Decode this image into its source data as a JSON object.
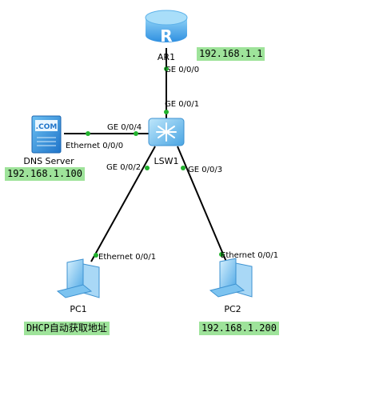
{
  "devices": {
    "router": {
      "name": "AR1",
      "icon": "router-icon"
    },
    "switch": {
      "name": "LSW1",
      "icon": "switch-icon"
    },
    "dns_server": {
      "name": "DNS Server",
      "icon": "server-icon",
      "icon_text": ".COM"
    },
    "pc1": {
      "name": "PC1",
      "icon": "pc-icon"
    },
    "pc2": {
      "name": "PC2",
      "icon": "pc-icon"
    }
  },
  "ports": {
    "ar1_ge000": "GE 0/0/0",
    "lsw1_ge001": "GE 0/0/1",
    "lsw1_ge004": "GE 0/0/4",
    "dns_eth000": "Ethernet 0/0/0",
    "lsw1_ge002": "GE 0/0/2",
    "lsw1_ge003": "GE 0/0/3",
    "pc1_eth001": "Ethernet 0/0/1",
    "pc2_eth001": "Ethernet 0/0/1"
  },
  "annotations": {
    "ar1_ip": "192.168.1.1",
    "dns_ip": "192.168.1.100",
    "pc1_note": "DHCP自动获取地址",
    "pc2_ip": "192.168.1.200"
  },
  "colors": {
    "label_bg": "#9ee39a",
    "link_dot": "#22b22e",
    "link_line": "#000000",
    "device_blue": "#3da0e6"
  }
}
